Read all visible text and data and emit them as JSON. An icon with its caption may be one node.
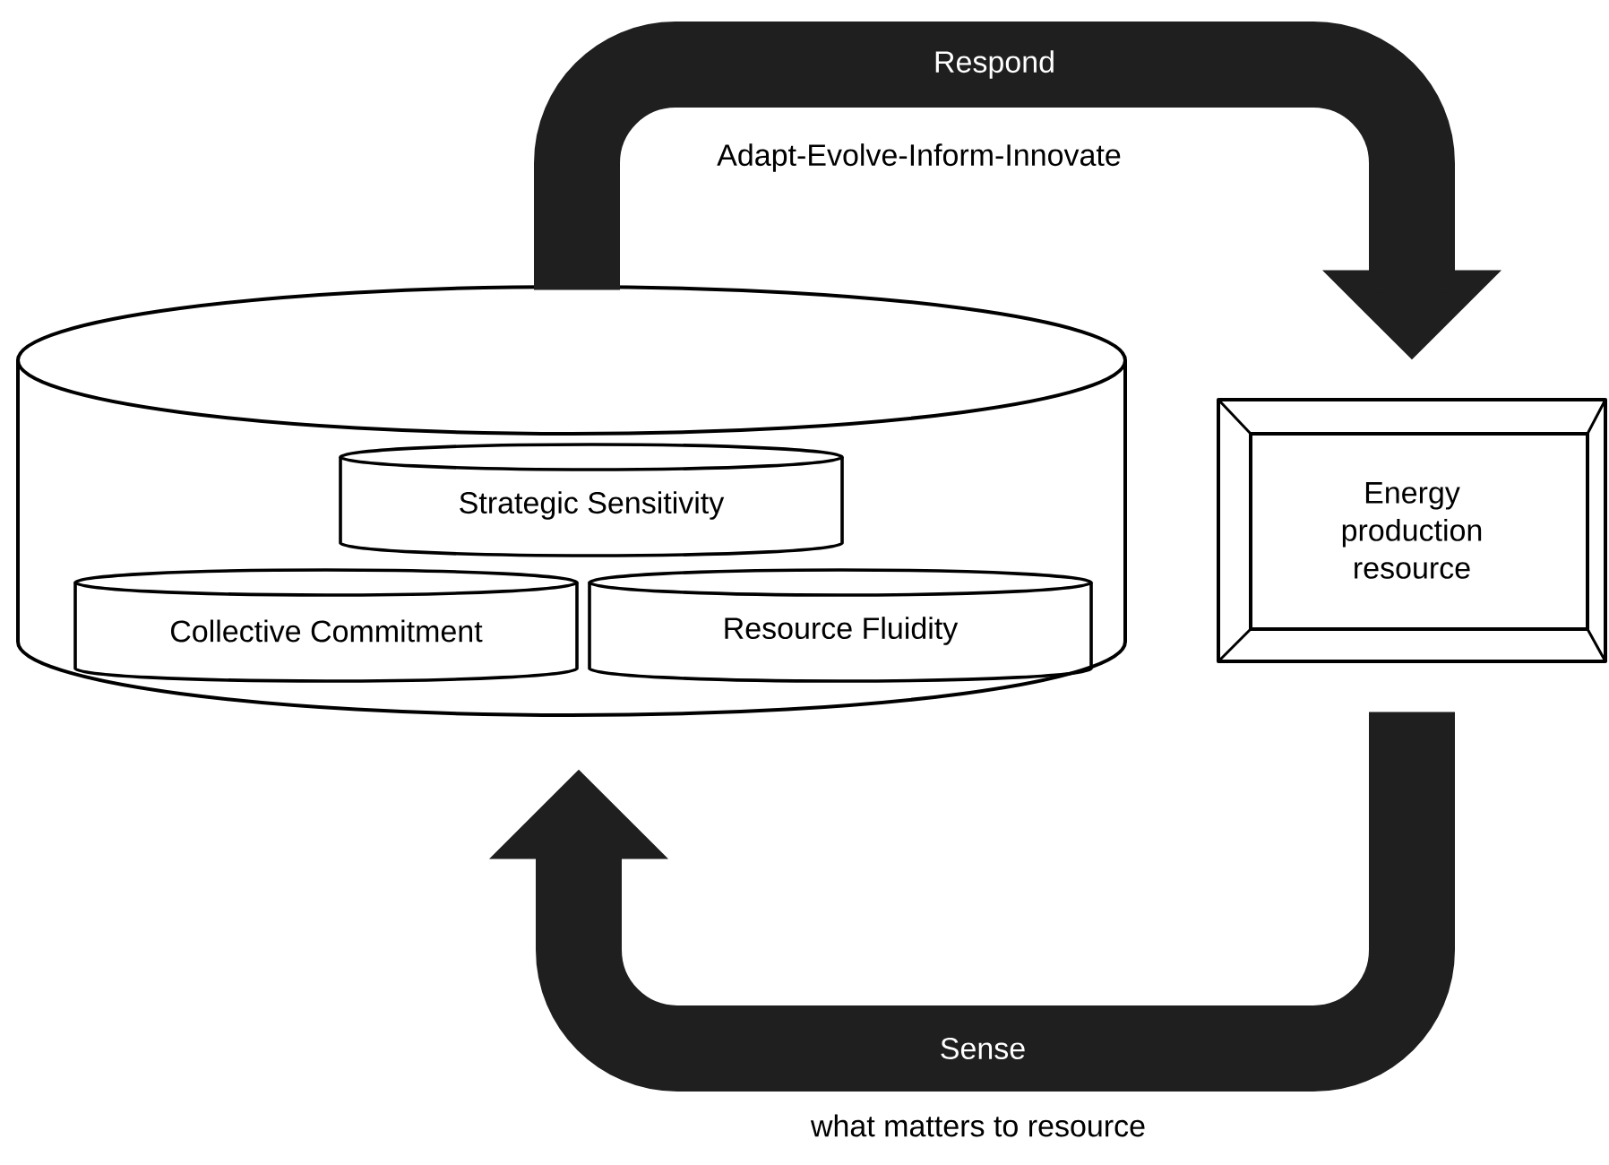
{
  "diagram": {
    "nodes": [
      {
        "text": [],
        "shape": "cylinder"
      },
      {
        "text": [
          "Strategic Sensitivity"
        ],
        "in": 0
      },
      {
        "text": [
          "Collective Commitment"
        ],
        "in": 0
      },
      {
        "text": [
          "Resource Fluidity"
        ],
        "in": 0
      },
      {
        "text": [
          "Energy production resource"
        ]
      }
    ],
    "edges": [
      {
        "from": 0,
        "to": 4,
        "arrow": "to",
        "label": "Respond"
      },
      {
        "from": 4,
        "to": 0,
        "arrow": "to",
        "label": "Sense"
      }
    ],
    "labels": [
      "Adapt-Evolve-Inform-Innovate",
      "what matters to resource"
    ]
  }
}
